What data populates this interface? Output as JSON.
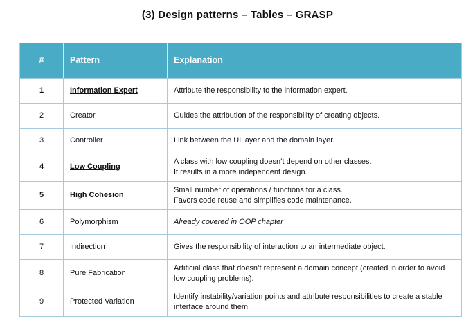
{
  "page": {
    "title": "(3) Design patterns – Tables – GRASP"
  },
  "colors": {
    "header_bg": "#4aabc7",
    "border": "#a3cbdd",
    "header_text": "#ffffff",
    "body_text": "#111111"
  },
  "table": {
    "headers": {
      "num": "#",
      "pattern": "Pattern",
      "explanation": "Explanation"
    },
    "rows": [
      {
        "num": "1",
        "pattern": "Information Expert",
        "explanation": "Attribute the responsibility to the information expert.",
        "emphasis": true,
        "italic": false
      },
      {
        "num": "2",
        "pattern": "Creator",
        "explanation": "Guides the attribution of the responsibility of creating objects.",
        "emphasis": false,
        "italic": false
      },
      {
        "num": "3",
        "pattern": "Controller",
        "explanation": "Link between the UI layer and the domain layer.",
        "emphasis": false,
        "italic": false
      },
      {
        "num": "4",
        "pattern": "Low Coupling",
        "explanation": "A class with low coupling doesn’t depend on other classes.\nIt results in a more independent design.",
        "emphasis": true,
        "italic": false
      },
      {
        "num": "5",
        "pattern": "High Cohesion",
        "explanation": "Small number of operations / functions for a class.\nFavors code reuse and simplifies code maintenance.",
        "emphasis": true,
        "italic": false
      },
      {
        "num": "6",
        "pattern": "Polymorphism",
        "explanation": "Already covered in OOP chapter",
        "emphasis": false,
        "italic": true
      },
      {
        "num": "7",
        "pattern": "Indirection",
        "explanation": "Gives the responsibility of interaction to an intermediate object.",
        "emphasis": false,
        "italic": false
      },
      {
        "num": "8",
        "pattern": "Pure Fabrication",
        "explanation": "Artificial class that doesn’t represent a domain concept (created in order to avoid low coupling problems).",
        "emphasis": false,
        "italic": false
      },
      {
        "num": "9",
        "pattern": "Protected Variation",
        "explanation": "Identify instability/variation points and attribute responsibilities to create a stable interface around them.",
        "emphasis": false,
        "italic": false
      }
    ]
  }
}
